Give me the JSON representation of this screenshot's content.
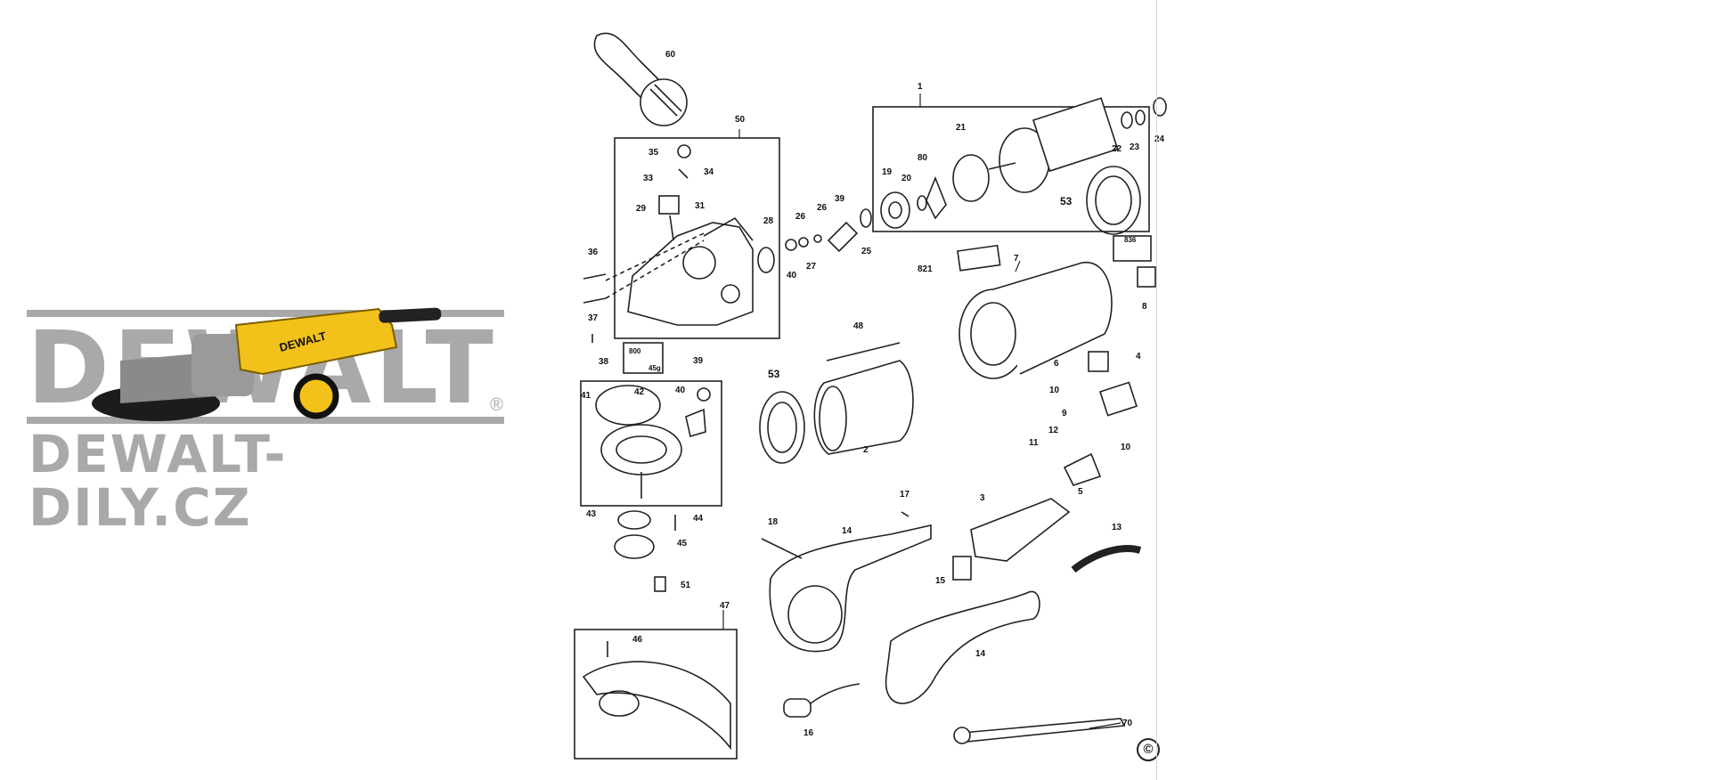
{
  "watermark": {
    "brand": "DEWALT",
    "registered_mark": "®",
    "site": "DEWALT-DILY.CZ",
    "tool_label": "DEWALT",
    "color": "#a9a9a9"
  },
  "diagram": {
    "part_labels": [
      {
        "id": "60",
        "text": "60"
      },
      {
        "id": "50",
        "text": "50"
      },
      {
        "id": "1",
        "text": "1"
      },
      {
        "id": "35",
        "text": "35"
      },
      {
        "id": "34",
        "text": "34"
      },
      {
        "id": "33",
        "text": "33"
      },
      {
        "id": "29",
        "text": "29"
      },
      {
        "id": "31",
        "text": "31"
      },
      {
        "id": "28",
        "text": "28"
      },
      {
        "id": "26a",
        "text": "26"
      },
      {
        "id": "26b",
        "text": "26"
      },
      {
        "id": "39a",
        "text": "39"
      },
      {
        "id": "27",
        "text": "27"
      },
      {
        "id": "40a",
        "text": "40"
      },
      {
        "id": "25",
        "text": "25"
      },
      {
        "id": "36",
        "text": "36"
      },
      {
        "id": "37",
        "text": "37"
      },
      {
        "id": "38",
        "text": "38"
      },
      {
        "id": "800",
        "text": "800"
      },
      {
        "id": "45g",
        "text": "45g"
      },
      {
        "id": "21",
        "text": "21"
      },
      {
        "id": "80",
        "text": "80"
      },
      {
        "id": "19",
        "text": "19"
      },
      {
        "id": "20",
        "text": "20"
      },
      {
        "id": "22",
        "text": "22"
      },
      {
        "id": "23",
        "text": "23"
      },
      {
        "id": "24",
        "text": "24"
      },
      {
        "id": "53a",
        "text": "53"
      },
      {
        "id": "836",
        "text": "836"
      },
      {
        "id": "821",
        "text": "821"
      },
      {
        "id": "7",
        "text": "7"
      },
      {
        "id": "8",
        "text": "8"
      },
      {
        "id": "48",
        "text": "48"
      },
      {
        "id": "53b",
        "text": "53"
      },
      {
        "id": "2",
        "text": "2"
      },
      {
        "id": "6",
        "text": "6"
      },
      {
        "id": "4",
        "text": "4"
      },
      {
        "id": "10a",
        "text": "10"
      },
      {
        "id": "9",
        "text": "9"
      },
      {
        "id": "10b",
        "text": "10"
      },
      {
        "id": "12",
        "text": "12"
      },
      {
        "id": "11",
        "text": "11"
      },
      {
        "id": "5",
        "text": "5"
      },
      {
        "id": "39b",
        "text": "39"
      },
      {
        "id": "40b",
        "text": "40"
      },
      {
        "id": "41",
        "text": "41"
      },
      {
        "id": "42",
        "text": "42"
      },
      {
        "id": "43",
        "text": "43"
      },
      {
        "id": "44",
        "text": "44"
      },
      {
        "id": "45",
        "text": "45"
      },
      {
        "id": "51",
        "text": "51"
      },
      {
        "id": "17",
        "text": "17"
      },
      {
        "id": "18",
        "text": "18"
      },
      {
        "id": "3",
        "text": "3"
      },
      {
        "id": "13",
        "text": "13"
      },
      {
        "id": "14a",
        "text": "14"
      },
      {
        "id": "15",
        "text": "15"
      },
      {
        "id": "14b",
        "text": "14"
      },
      {
        "id": "47",
        "text": "47"
      },
      {
        "id": "46",
        "text": "46"
      },
      {
        "id": "16",
        "text": "16"
      },
      {
        "id": "70",
        "text": "70"
      }
    ],
    "copyright": "©"
  }
}
